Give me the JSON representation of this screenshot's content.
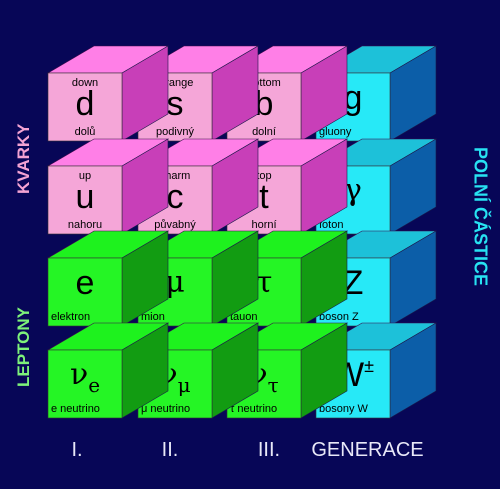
{
  "side_labels": {
    "quarks": "KVARKY",
    "leptons": "LEPTONY",
    "field_particles": "POLNÍ ČÁSTICE"
  },
  "generations": [
    "I.",
    "II.",
    "III.",
    "GENERACE"
  ],
  "colors": {
    "background": "#070657",
    "quark_face": "#f5a6d8",
    "quark_top": "#ff7fe7",
    "quark_side": "#c83fb8",
    "lepton_face": "#25f525",
    "lepton_top": "#1ef21e",
    "lepton_side": "#129c12",
    "boson_face": "#27e9f7",
    "boson_top": "#1dc1d9",
    "boson_side": "#0c5ea8"
  },
  "particles": [
    {
      "id": "down",
      "group": "quark",
      "top_label": "down",
      "symbol": "d",
      "bottom_label": "dolů",
      "row": 0,
      "col": 0
    },
    {
      "id": "strange",
      "group": "quark",
      "top_label": "strange",
      "symbol": "s",
      "bottom_label": "podivný",
      "row": 0,
      "col": 1
    },
    {
      "id": "bottom",
      "group": "quark",
      "top_label": "bottom",
      "symbol": "b",
      "bottom_label": "dolní",
      "row": 0,
      "col": 2
    },
    {
      "id": "gluon",
      "group": "boson",
      "top_label": "",
      "symbol": "g",
      "bottom_label": "gluony",
      "row": 0,
      "col": 3
    },
    {
      "id": "up",
      "group": "quark",
      "top_label": "up",
      "symbol": "u",
      "bottom_label": "nahoru",
      "row": 1,
      "col": 0
    },
    {
      "id": "charm",
      "group": "quark",
      "top_label": "charm",
      "symbol": "c",
      "bottom_label": "půvabný",
      "row": 1,
      "col": 1
    },
    {
      "id": "top",
      "group": "quark",
      "top_label": "top",
      "symbol": "t",
      "bottom_label": "horní",
      "row": 1,
      "col": 2
    },
    {
      "id": "photon",
      "group": "boson",
      "top_label": "",
      "symbol": "γ",
      "bottom_label": "foton",
      "row": 1,
      "col": 3
    },
    {
      "id": "electron",
      "group": "lepton",
      "top_label": "",
      "symbol": "e",
      "bottom_label": "elektron",
      "row": 2,
      "col": 0
    },
    {
      "id": "muon",
      "group": "lepton",
      "top_label": "",
      "symbol": "μ",
      "bottom_label": "mion",
      "row": 2,
      "col": 1
    },
    {
      "id": "tau",
      "group": "lepton",
      "top_label": "",
      "symbol": "τ",
      "bottom_label": "tauon",
      "row": 2,
      "col": 2
    },
    {
      "id": "z-boson",
      "group": "boson",
      "top_label": "",
      "symbol": "Z",
      "bottom_label": "boson Z",
      "row": 2,
      "col": 3
    },
    {
      "id": "electron-neutrino",
      "group": "lepton",
      "top_label": "",
      "symbol": "ν",
      "sub": "e",
      "bottom_label": "e neutrino",
      "row": 3,
      "col": 0
    },
    {
      "id": "muon-neutrino",
      "group": "lepton",
      "top_label": "",
      "symbol": "ν",
      "sub": "μ",
      "bottom_label": "μ neutrino",
      "row": 3,
      "col": 1
    },
    {
      "id": "tau-neutrino",
      "group": "lepton",
      "top_label": "",
      "symbol": "ν",
      "sub": "τ",
      "bottom_label": "τ neutrino",
      "row": 3,
      "col": 2
    },
    {
      "id": "w-boson",
      "group": "boson",
      "top_label": "",
      "symbol": "W",
      "sup": "±",
      "bottom_label": "bosony W",
      "row": 3,
      "col": 3
    }
  ]
}
